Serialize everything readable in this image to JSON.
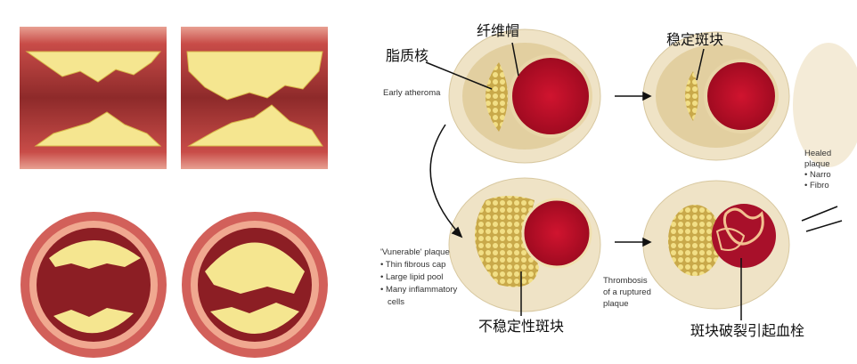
{
  "labels": {
    "fibrous_cap": "纤维帽",
    "lipid_core": "脂质核",
    "stable_plaque": "稳定斑块",
    "unstable_plaque": "不稳定性斑块",
    "plaque_rupture_thrombus": "斑块破裂引起血栓",
    "early_atheroma": "Early atheroma",
    "vulnerable_title": "'Vunerable' plaque",
    "vulnerable_items": [
      "• Thin fibrous cap",
      "• Large lipid pool",
      "• Many inflammatory",
      "  cells"
    ],
    "thrombosis": [
      "Thrombosis",
      "of a ruptured",
      "plaque"
    ],
    "healed": [
      "Healed",
      "plaque",
      "• Narro",
      "• Fibro"
    ]
  },
  "colors": {
    "wall": "#c94a4a",
    "plaque": "#f3e08a",
    "lumen": "#c8102e",
    "tissue": "#efe3c6"
  }
}
